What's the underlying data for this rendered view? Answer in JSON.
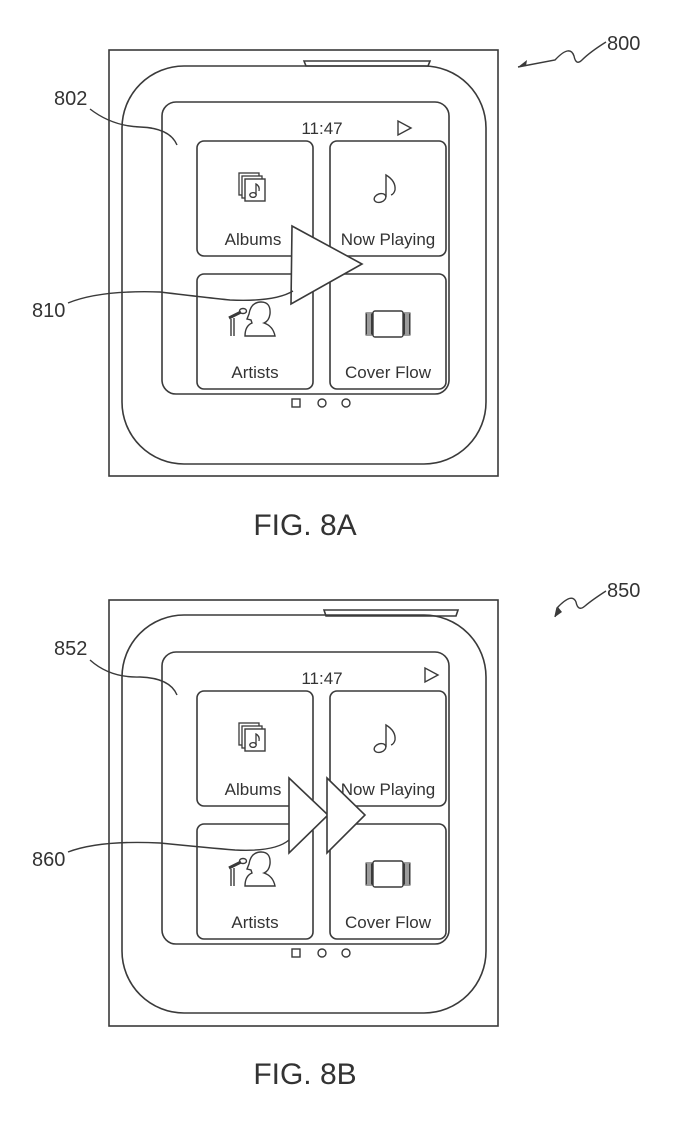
{
  "figures": [
    {
      "id": "8A",
      "caption": "FIG. 8A",
      "device_ref": "800",
      "screen_ref": "802",
      "gesture_ref": "810",
      "gesture": "single-arrow",
      "status_bar": {
        "time": "11:47",
        "play_icon": "play-triangle-icon"
      },
      "tiles": [
        {
          "label": "Albums",
          "icon": "albums-icon"
        },
        {
          "label": "Now Playing",
          "icon": "music-note-icon"
        },
        {
          "label": "Artists",
          "icon": "artist-singer-icon"
        },
        {
          "label": "Cover Flow",
          "icon": "cover-flow-icon"
        }
      ],
      "page_indicator": {
        "pages": 3,
        "current": 1
      }
    },
    {
      "id": "8B",
      "caption": "FIG. 8B",
      "device_ref": "850",
      "screen_ref": "852",
      "gesture_ref": "860",
      "gesture": "double-arrow",
      "status_bar": {
        "time": "11:47",
        "play_icon": "play-triangle-icon"
      },
      "tiles": [
        {
          "label": "Albums",
          "icon": "albums-icon"
        },
        {
          "label": "Now Playing",
          "icon": "music-note-icon"
        },
        {
          "label": "Artists",
          "icon": "artist-singer-icon"
        },
        {
          "label": "Cover Flow",
          "icon": "cover-flow-icon"
        }
      ],
      "page_indicator": {
        "pages": 3,
        "current": 1
      }
    }
  ]
}
